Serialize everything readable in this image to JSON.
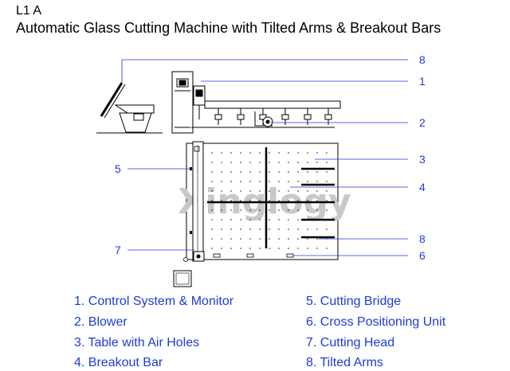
{
  "model": "L1 A",
  "title": "Automatic Glass Cutting Machine with Tilted Arms & Breakout Bars",
  "watermark": "Xinglogy",
  "callout_color": "#1e3ad8",
  "callouts": {
    "c8_top": "8",
    "c1": "1",
    "c2": "2",
    "c3": "3",
    "c4": "4",
    "c5": "5",
    "c8_bottom": "8",
    "c7": "7",
    "c6": "6"
  },
  "legend": {
    "left": [
      "1. Control System & Monitor",
      "2. Blower",
      "3. Table with Air Holes",
      "4. Breakout Bar"
    ],
    "right": [
      "5. Cutting Bridge",
      "6. Cross Positioning Unit",
      "7. Cutting Head",
      "8. Tilted Arms"
    ]
  }
}
